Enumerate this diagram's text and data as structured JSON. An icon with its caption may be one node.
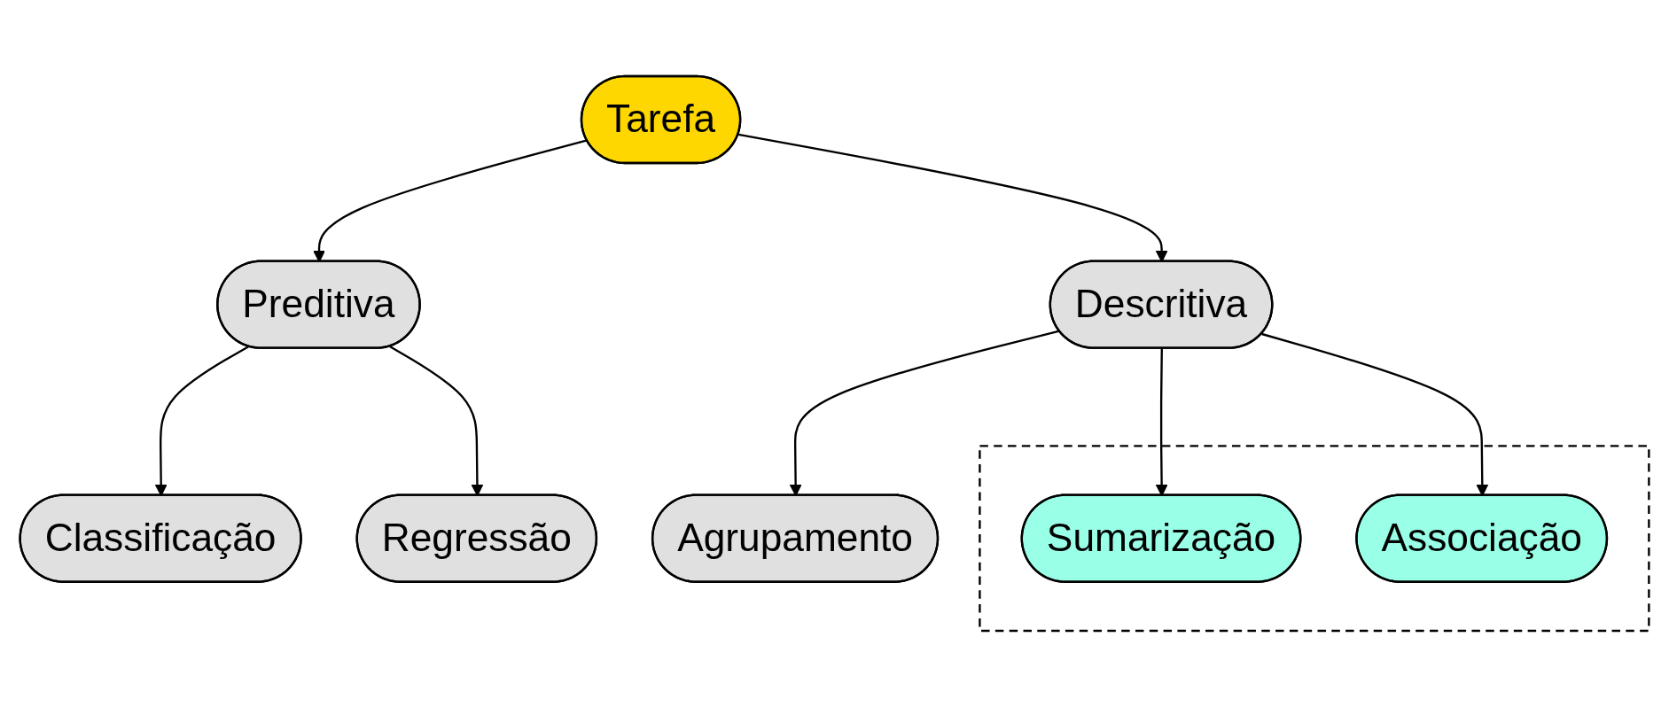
{
  "diagram": {
    "nodes": [
      {
        "text": [
          "Tarefa"
        ]
      },
      {
        "text": [
          "Preditiva"
        ]
      },
      {
        "text": [
          "Descritiva"
        ]
      },
      {
        "text": [
          "Classificação"
        ]
      },
      {
        "text": [
          "Regressão"
        ]
      },
      {
        "text": [
          "Agrupamento"
        ]
      },
      {
        "text": [],
        "shape": "box"
      },
      {
        "text": [
          "Associação"
        ],
        "in": 6
      },
      {
        "text": [
          "Sumarização"
        ],
        "in": 6
      }
    ],
    "edges": [
      {
        "from": 0,
        "to": 1,
        "arrow": "to"
      },
      {
        "from": 0,
        "to": 2,
        "arrow": "to"
      },
      {
        "from": 1,
        "to": 3,
        "arrow": "to"
      },
      {
        "from": 1,
        "to": 4,
        "arrow": "to"
      },
      {
        "from": 2,
        "to": 5,
        "arrow": "to"
      },
      {
        "from": 2,
        "to": 8,
        "arrow": "to"
      },
      {
        "from": 2,
        "to": 7,
        "arrow": "to"
      }
    ]
  }
}
